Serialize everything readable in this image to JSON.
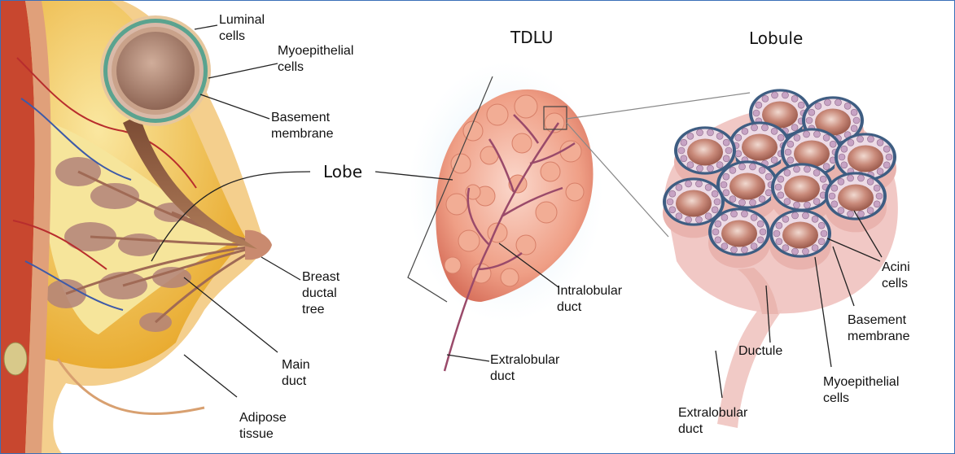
{
  "titles": {
    "tdlu": "TDLU",
    "lobule": "Lobule",
    "lobe": "Lobe"
  },
  "labels": {
    "luminal_cells": "Luminal\ncells",
    "myoepithelial_cells_top": "Myoepithelial\ncells",
    "basement_membrane_top": "Basement\nmembrane",
    "breast_ductal_tree": "Breast\nductal\ntree",
    "main_duct": "Main\nduct",
    "adipose_tissue": "Adipose\ntissue",
    "intralobular_duct": "Intralobular\nduct",
    "extralobular_duct_mid": "Extralobular\nduct",
    "acini_cells": "Acini\ncells",
    "basement_membrane_right": "Basement\nmembrane",
    "ductule": "Ductule",
    "myoepithelial_cells_right": "Myoepithelial\ncells",
    "extralobular_duct_right": "Extralobular\nduct"
  },
  "colors": {
    "frame_border": "#3a6fb8",
    "skin": "#e9b98f",
    "fat_yellow": "#f2c23c",
    "fat_light": "#f7df8a",
    "lobule_pink": "#e7a7a0",
    "tdlu_salmon": "#eb9b80",
    "acinus_border": "#3e5d82",
    "leader_line": "#222222"
  }
}
